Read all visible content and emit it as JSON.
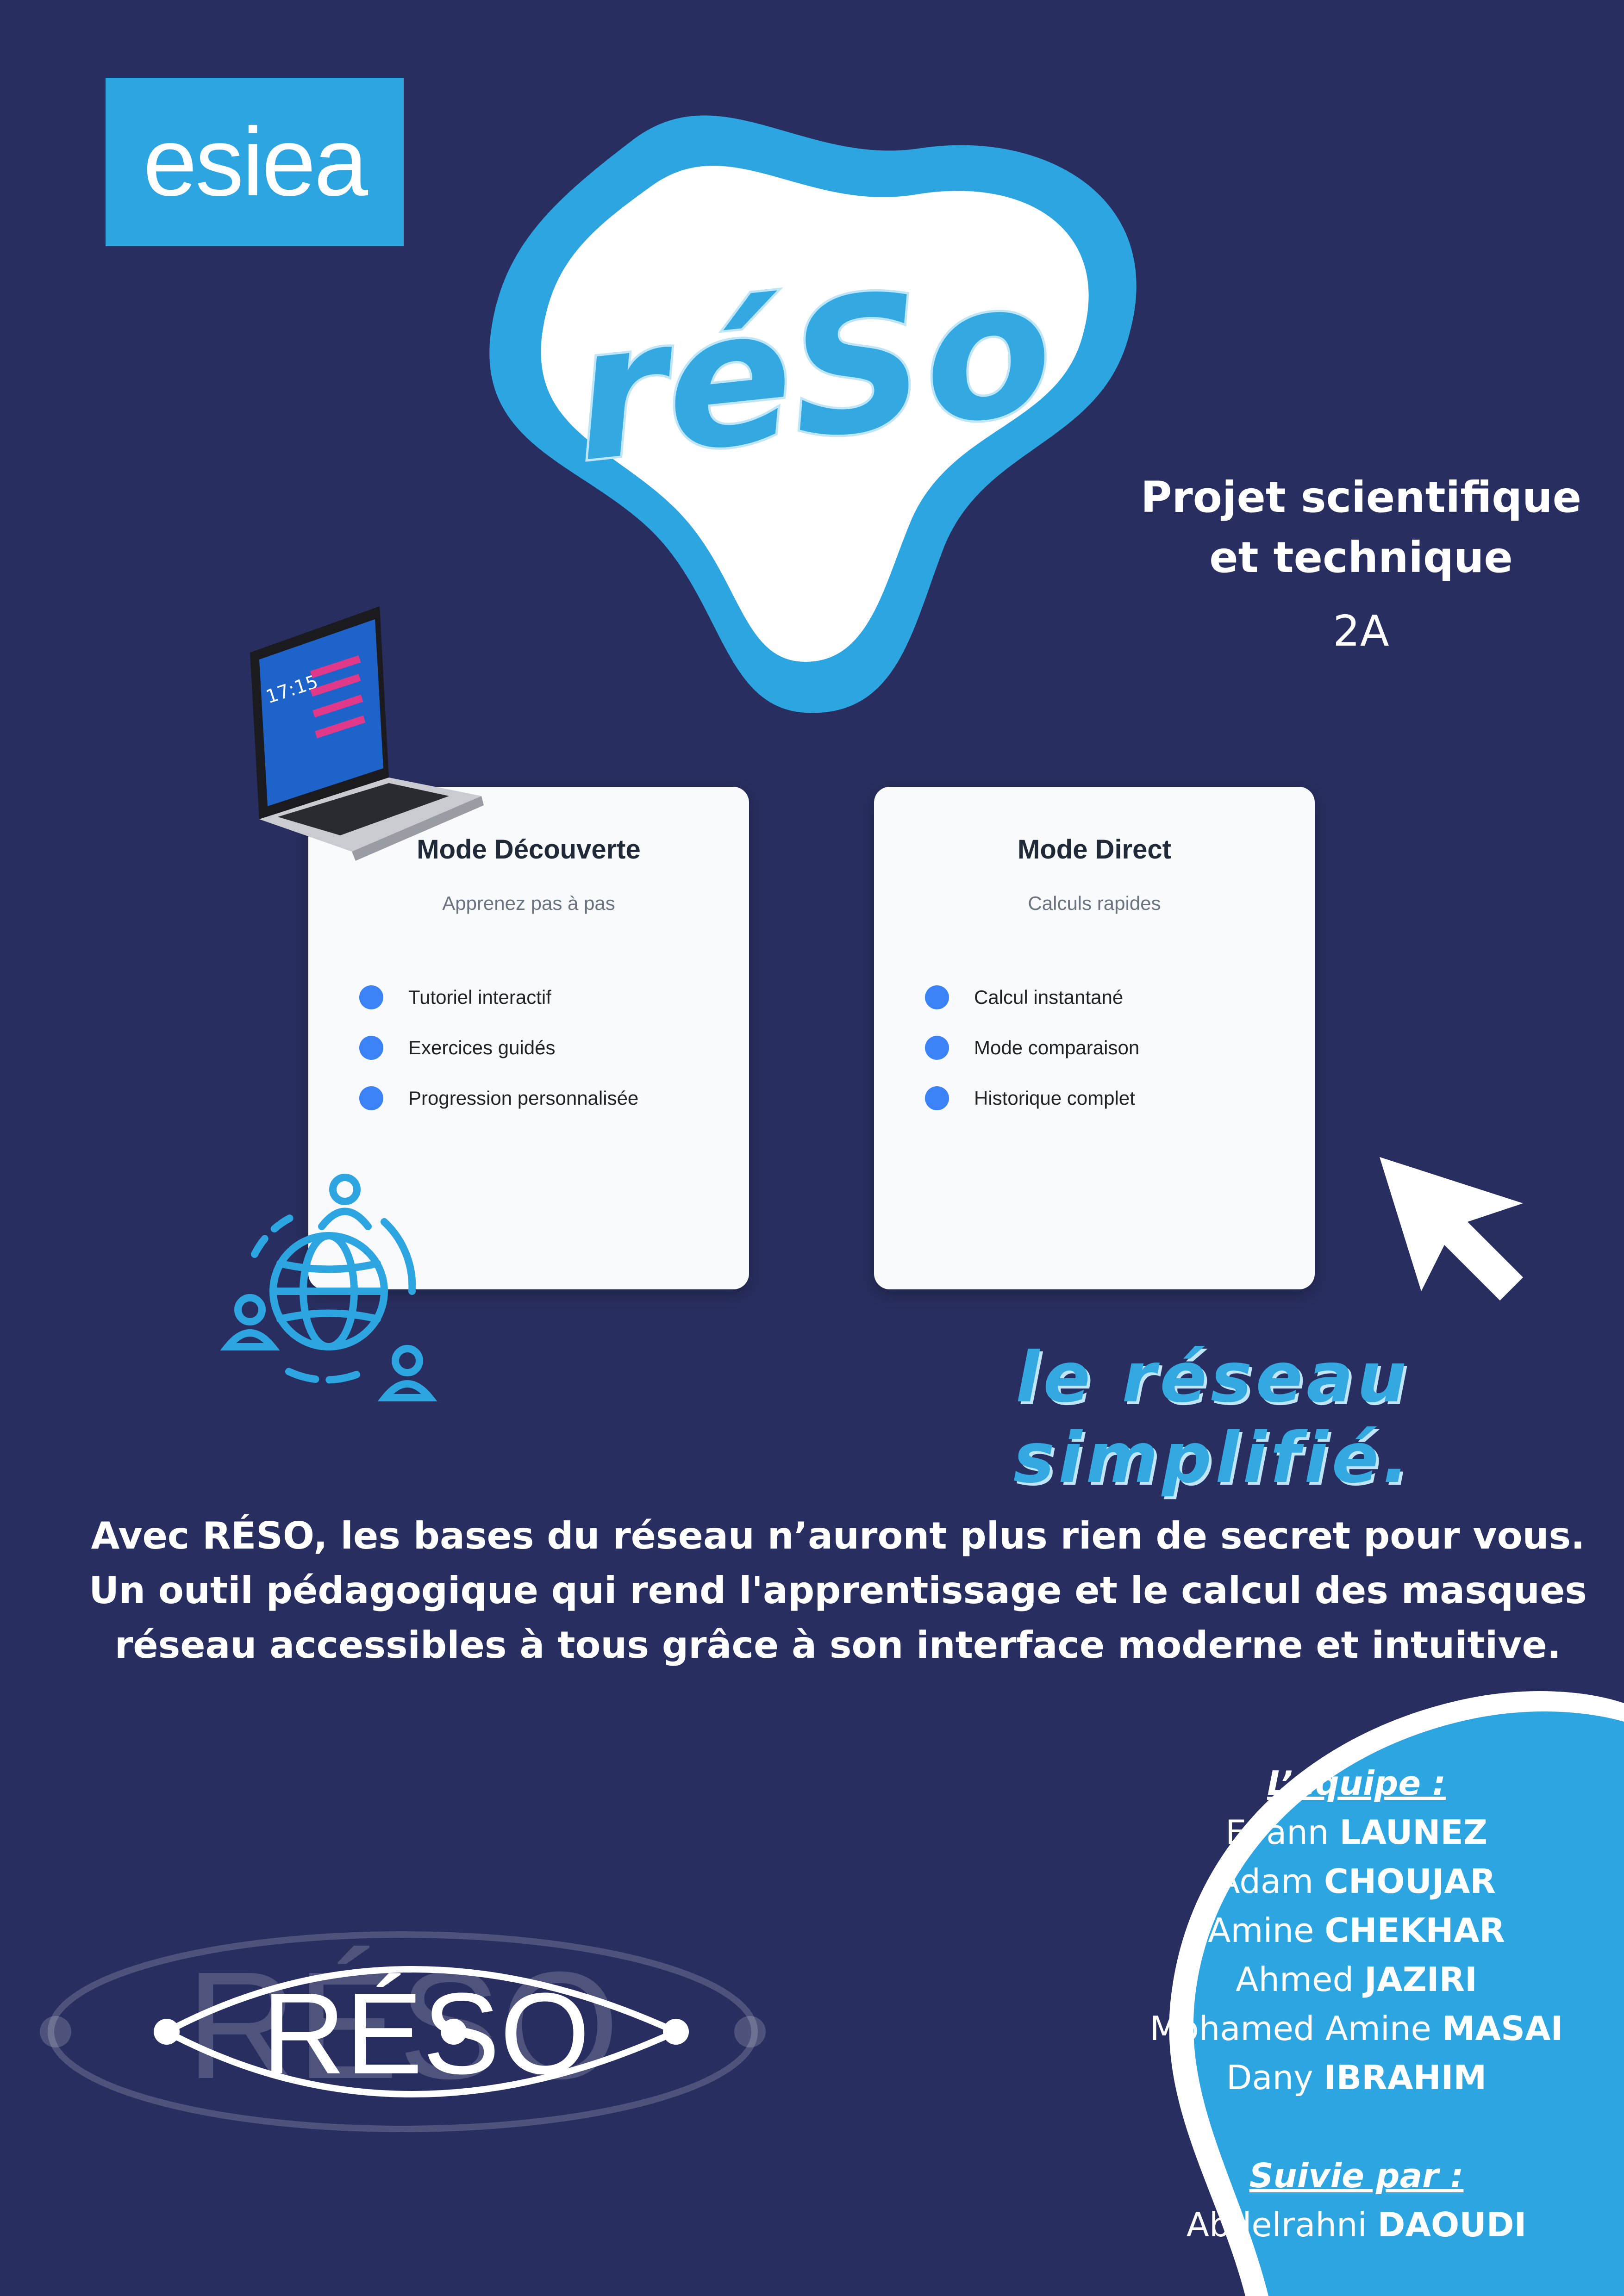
{
  "brand": {
    "school_logo": "esiea",
    "app_logo_text": "réSo",
    "wordmark_text": "RÉSO"
  },
  "project": {
    "title_line1": "Projet scientifique",
    "title_line2": "et technique",
    "level": "2A"
  },
  "cards": [
    {
      "title": "Mode Découverte",
      "subtitle": "Apprenez pas à pas",
      "items": [
        "Tutoriel interactif",
        "Exercices guidés",
        "Progression personnalisée"
      ]
    },
    {
      "title": "Mode Direct",
      "subtitle": "Calculs rapides",
      "items": [
        "Calcul instantané",
        "Mode comparaison",
        "Historique complet"
      ]
    }
  ],
  "laptop_screen_time": "17:15",
  "tagline": "le réseau simplifié.",
  "description": {
    "line1": "Avec RÉSO, les bases du réseau n’auront plus rien de secret pour vous.",
    "line2": "Un outil pédagogique qui rend l'apprentissage et le calcul des masques",
    "line3": "réseau accessibles à tous grâce à son interface moderne et intuitive."
  },
  "team": {
    "heading": "L’équipe :",
    "members": [
      {
        "first": "Evann",
        "last": "LAUNEZ"
      },
      {
        "first": "Adam",
        "last": "CHOUJAR"
      },
      {
        "first": "Amine",
        "last": "CHEKHAR"
      },
      {
        "first": "Ahmed",
        "last": "JAZIRI"
      },
      {
        "first": "Mohamed Amine",
        "last": "MASAI"
      },
      {
        "first": "Dany",
        "last": "IBRAHIM"
      }
    ],
    "supervisor_heading": "Suivie par :",
    "supervisor": {
      "first": "Abdelrahni",
      "last": "DAOUDI"
    }
  },
  "colors": {
    "background": "#282e5f",
    "accent": "#2ca5e0",
    "card": "#f8fafc",
    "bullet": "#3b82f6"
  },
  "icons": [
    "laptop-icon",
    "globe-people-icon",
    "cursor-arrow-icon",
    "network-wordmark-icon"
  ]
}
